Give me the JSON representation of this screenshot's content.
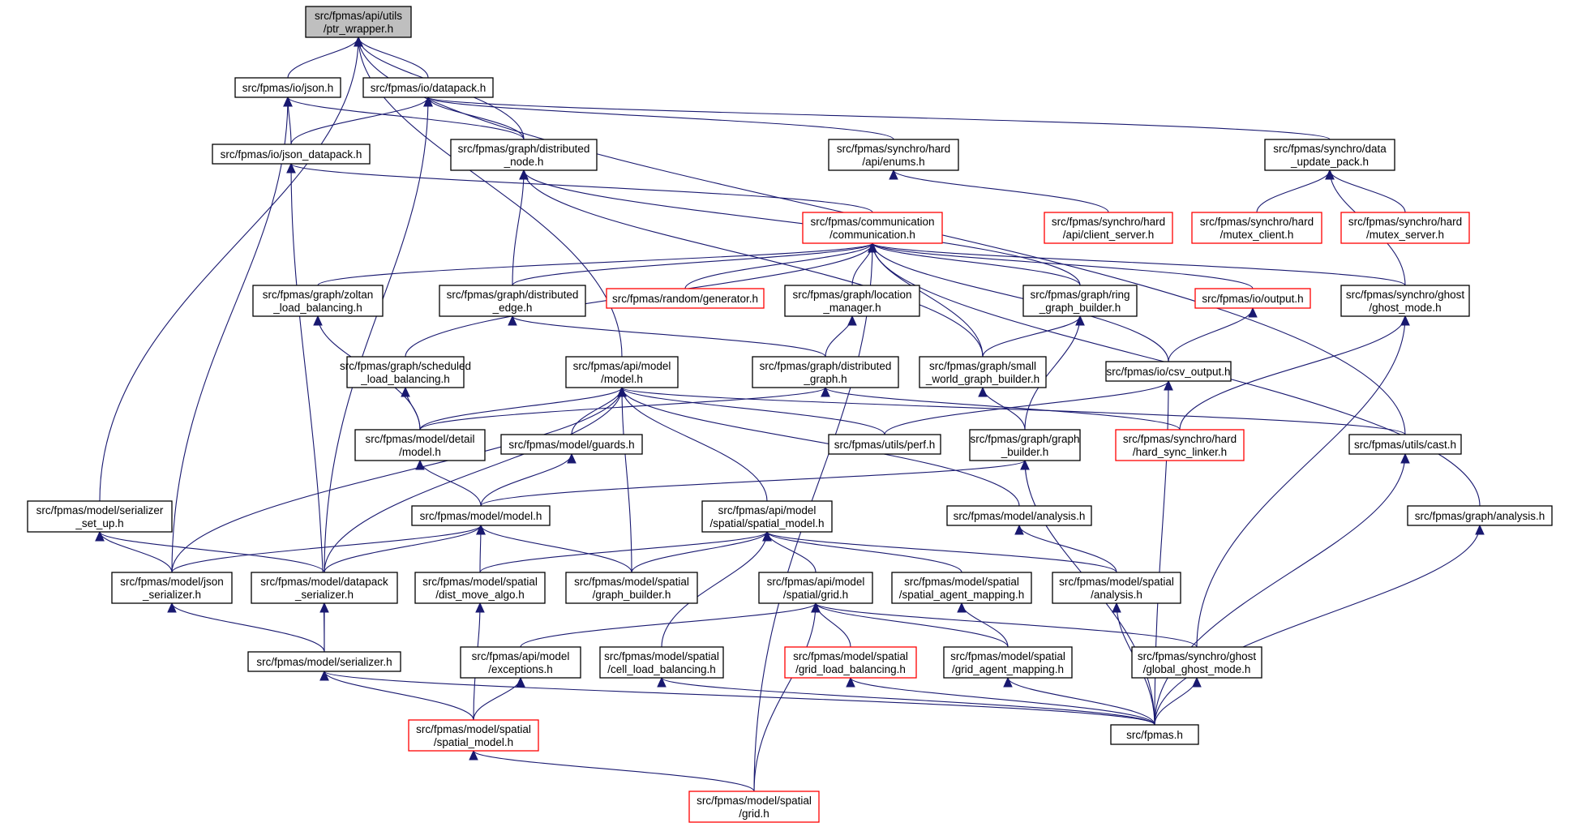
{
  "nodes": [
    {
      "id": "ptr_wrapper",
      "lines": [
        "src/fpmas/api/utils",
        "/ptr_wrapper.h"
      ],
      "style": "root"
    },
    {
      "id": "json",
      "lines": [
        "src/fpmas/io/json.h"
      ],
      "style": "normal"
    },
    {
      "id": "datapack",
      "lines": [
        "src/fpmas/io/datapack.h"
      ],
      "style": "normal"
    },
    {
      "id": "json_datapack",
      "lines": [
        "src/fpmas/io/json_datapack.h"
      ],
      "style": "normal"
    },
    {
      "id": "distributed_node",
      "lines": [
        "src/fpmas/graph/distributed",
        "_node.h"
      ],
      "style": "normal"
    },
    {
      "id": "enums",
      "lines": [
        "src/fpmas/synchro/hard",
        "/api/enums.h"
      ],
      "style": "normal"
    },
    {
      "id": "data_update_pack",
      "lines": [
        "src/fpmas/synchro/data",
        "_update_pack.h"
      ],
      "style": "normal"
    },
    {
      "id": "communication",
      "lines": [
        "src/fpmas/communication",
        "/communication.h"
      ],
      "style": "red"
    },
    {
      "id": "client_server",
      "lines": [
        "src/fpmas/synchro/hard",
        "/api/client_server.h"
      ],
      "style": "red"
    },
    {
      "id": "mutex_client",
      "lines": [
        "src/fpmas/synchro/hard",
        "/mutex_client.h"
      ],
      "style": "red"
    },
    {
      "id": "mutex_server",
      "lines": [
        "src/fpmas/synchro/hard",
        "/mutex_server.h"
      ],
      "style": "red"
    },
    {
      "id": "zoltan_lb",
      "lines": [
        "src/fpmas/graph/zoltan",
        "_load_balancing.h"
      ],
      "style": "normal"
    },
    {
      "id": "distributed_edge",
      "lines": [
        "src/fpmas/graph/distributed",
        "_edge.h"
      ],
      "style": "normal"
    },
    {
      "id": "generator",
      "lines": [
        "src/fpmas/random/generator.h"
      ],
      "style": "red"
    },
    {
      "id": "location_manager",
      "lines": [
        "src/fpmas/graph/location",
        "_manager.h"
      ],
      "style": "normal"
    },
    {
      "id": "ring_graph_builder",
      "lines": [
        "src/fpmas/graph/ring",
        "_graph_builder.h"
      ],
      "style": "normal"
    },
    {
      "id": "output",
      "lines": [
        "src/fpmas/io/output.h"
      ],
      "style": "red"
    },
    {
      "id": "ghost_mode",
      "lines": [
        "src/fpmas/synchro/ghost",
        "/ghost_mode.h"
      ],
      "style": "normal"
    },
    {
      "id": "scheduled_lb",
      "lines": [
        "src/fpmas/graph/scheduled",
        "_load_balancing.h"
      ],
      "style": "normal"
    },
    {
      "id": "api_model",
      "lines": [
        "src/fpmas/api/model",
        "/model.h"
      ],
      "style": "normal"
    },
    {
      "id": "distributed_graph",
      "lines": [
        "src/fpmas/graph/distributed",
        "_graph.h"
      ],
      "style": "normal"
    },
    {
      "id": "small_world",
      "lines": [
        "src/fpmas/graph/small",
        "_world_graph_builder.h"
      ],
      "style": "normal"
    },
    {
      "id": "csv_output",
      "lines": [
        "src/fpmas/io/csv_output.h"
      ],
      "style": "normal"
    },
    {
      "id": "detail_model",
      "lines": [
        "src/fpmas/model/detail",
        "/model.h"
      ],
      "style": "normal"
    },
    {
      "id": "guards",
      "lines": [
        "src/fpmas/model/guards.h"
      ],
      "style": "normal"
    },
    {
      "id": "perf",
      "lines": [
        "src/fpmas/utils/perf.h"
      ],
      "style": "normal"
    },
    {
      "id": "graph_builder",
      "lines": [
        "src/fpmas/graph/graph",
        "_builder.h"
      ],
      "style": "normal"
    },
    {
      "id": "hard_sync_linker",
      "lines": [
        "src/fpmas/synchro/hard",
        "/hard_sync_linker.h"
      ],
      "style": "red"
    },
    {
      "id": "cast",
      "lines": [
        "src/fpmas/utils/cast.h"
      ],
      "style": "normal"
    },
    {
      "id": "serializer_set_up",
      "lines": [
        "src/fpmas/model/serializer",
        "_set_up.h"
      ],
      "style": "normal"
    },
    {
      "id": "model_model",
      "lines": [
        "src/fpmas/model/model.h"
      ],
      "style": "normal"
    },
    {
      "id": "api_spatial_model",
      "lines": [
        "src/fpmas/api/model",
        "/spatial/spatial_model.h"
      ],
      "style": "normal"
    },
    {
      "id": "model_analysis",
      "lines": [
        "src/fpmas/model/analysis.h"
      ],
      "style": "normal"
    },
    {
      "id": "graph_analysis",
      "lines": [
        "src/fpmas/graph/analysis.h"
      ],
      "style": "normal"
    },
    {
      "id": "json_serializer",
      "lines": [
        "src/fpmas/model/json",
        "_serializer.h"
      ],
      "style": "normal"
    },
    {
      "id": "datapack_serializer",
      "lines": [
        "src/fpmas/model/datapack",
        "_serializer.h"
      ],
      "style": "normal"
    },
    {
      "id": "dist_move_algo",
      "lines": [
        "src/fpmas/model/spatial",
        "/dist_move_algo.h"
      ],
      "style": "normal"
    },
    {
      "id": "spatial_graph_builder",
      "lines": [
        "src/fpmas/model/spatial",
        "/graph_builder.h"
      ],
      "style": "normal"
    },
    {
      "id": "api_grid",
      "lines": [
        "src/fpmas/api/model",
        "/spatial/grid.h"
      ],
      "style": "normal"
    },
    {
      "id": "spatial_agent_mapping",
      "lines": [
        "src/fpmas/model/spatial",
        "/spatial_agent_mapping.h"
      ],
      "style": "normal"
    },
    {
      "id": "spatial_analysis",
      "lines": [
        "src/fpmas/model/spatial",
        "/analysis.h"
      ],
      "style": "normal"
    },
    {
      "id": "serializer",
      "lines": [
        "src/fpmas/model/serializer.h"
      ],
      "style": "normal"
    },
    {
      "id": "exceptions",
      "lines": [
        "src/fpmas/api/model",
        "/exceptions.h"
      ],
      "style": "normal"
    },
    {
      "id": "cell_lb",
      "lines": [
        "src/fpmas/model/spatial",
        "/cell_load_balancing.h"
      ],
      "style": "normal"
    },
    {
      "id": "grid_lb",
      "lines": [
        "src/fpmas/model/spatial",
        "/grid_load_balancing.h"
      ],
      "style": "red"
    },
    {
      "id": "grid_agent_mapping",
      "lines": [
        "src/fpmas/model/spatial",
        "/grid_agent_mapping.h"
      ],
      "style": "normal"
    },
    {
      "id": "global_ghost_mode",
      "lines": [
        "src/fpmas/synchro/ghost",
        "/global_ghost_mode.h"
      ],
      "style": "normal"
    },
    {
      "id": "spatial_model",
      "lines": [
        "src/fpmas/model/spatial",
        "/spatial_model.h"
      ],
      "style": "red"
    },
    {
      "id": "fpmas",
      "lines": [
        "src/fpmas.h"
      ],
      "style": "normal"
    },
    {
      "id": "grid",
      "lines": [
        "src/fpmas/model/spatial",
        "/grid.h"
      ],
      "style": "red"
    }
  ],
  "edges": [
    [
      "json",
      "ptr_wrapper"
    ],
    [
      "datapack",
      "ptr_wrapper"
    ],
    [
      "distributed_node",
      "ptr_wrapper"
    ],
    [
      "api_model",
      "ptr_wrapper"
    ],
    [
      "serializer_set_up",
      "ptr_wrapper"
    ],
    [
      "cast",
      "ptr_wrapper"
    ],
    [
      "json_datapack",
      "json"
    ],
    [
      "distributed_node",
      "json"
    ],
    [
      "json_serializer",
      "json"
    ],
    [
      "json_datapack",
      "datapack"
    ],
    [
      "distributed_node",
      "datapack"
    ],
    [
      "enums",
      "datapack"
    ],
    [
      "data_update_pack",
      "datapack"
    ],
    [
      "datapack_serializer",
      "datapack"
    ],
    [
      "communication",
      "json_datapack"
    ],
    [
      "serializer",
      "json_datapack"
    ],
    [
      "distributed_edge",
      "distributed_node"
    ],
    [
      "ring_graph_builder",
      "distributed_node"
    ],
    [
      "small_world",
      "distributed_node"
    ],
    [
      "client_server",
      "enums"
    ],
    [
      "mutex_client",
      "data_update_pack"
    ],
    [
      "mutex_server",
      "data_update_pack"
    ],
    [
      "ghost_mode",
      "data_update_pack"
    ],
    [
      "zoltan_lb",
      "communication"
    ],
    [
      "distributed_edge",
      "communication"
    ],
    [
      "generator",
      "communication"
    ],
    [
      "location_manager",
      "communication"
    ],
    [
      "ring_graph_builder",
      "communication"
    ],
    [
      "output",
      "communication"
    ],
    [
      "ghost_mode",
      "communication"
    ],
    [
      "scheduled_lb",
      "communication"
    ],
    [
      "small_world",
      "communication"
    ],
    [
      "csv_output",
      "communication"
    ],
    [
      "graph_analysis",
      "communication"
    ],
    [
      "grid",
      "communication"
    ],
    [
      "detail_model",
      "zoltan_lb"
    ],
    [
      "distributed_graph",
      "distributed_edge"
    ],
    [
      "distributed_graph",
      "location_manager"
    ],
    [
      "small_world",
      "ring_graph_builder"
    ],
    [
      "graph_builder",
      "ring_graph_builder"
    ],
    [
      "csv_output",
      "output"
    ],
    [
      "global_ghost_mode",
      "ghost_mode"
    ],
    [
      "hard_sync_linker",
      "ghost_mode"
    ],
    [
      "detail_model",
      "scheduled_lb"
    ],
    [
      "detail_model",
      "api_model"
    ],
    [
      "guards",
      "api_model"
    ],
    [
      "perf",
      "api_model"
    ],
    [
      "cast",
      "api_model"
    ],
    [
      "json_serializer",
      "api_model"
    ],
    [
      "datapack_serializer",
      "api_model"
    ],
    [
      "spatial_graph_builder",
      "api_model"
    ],
    [
      "api_spatial_model",
      "api_model"
    ],
    [
      "model_analysis",
      "api_model"
    ],
    [
      "detail_model",
      "distributed_graph"
    ],
    [
      "hard_sync_linker",
      "distributed_graph"
    ],
    [
      "graph_builder",
      "small_world"
    ],
    [
      "perf",
      "csv_output"
    ],
    [
      "fpmas",
      "csv_output"
    ],
    [
      "model_model",
      "detail_model"
    ],
    [
      "model_model",
      "guards"
    ],
    [
      "model_model",
      "graph_builder"
    ],
    [
      "fpmas",
      "graph_builder"
    ],
    [
      "fpmas",
      "cast"
    ],
    [
      "json_serializer",
      "serializer_set_up"
    ],
    [
      "datapack_serializer",
      "serializer_set_up"
    ],
    [
      "json_serializer",
      "model_model"
    ],
    [
      "datapack_serializer",
      "model_model"
    ],
    [
      "dist_move_algo",
      "model_model"
    ],
    [
      "spatial_graph_builder",
      "model_model"
    ],
    [
      "dist_move_algo",
      "api_spatial_model"
    ],
    [
      "spatial_graph_builder",
      "api_spatial_model"
    ],
    [
      "api_grid",
      "api_spatial_model"
    ],
    [
      "spatial_agent_mapping",
      "api_spatial_model"
    ],
    [
      "spatial_analysis",
      "api_spatial_model"
    ],
    [
      "cell_lb",
      "api_spatial_model"
    ],
    [
      "spatial_analysis",
      "model_analysis"
    ],
    [
      "fpmas",
      "graph_analysis"
    ],
    [
      "serializer",
      "json_serializer"
    ],
    [
      "serializer",
      "datapack_serializer"
    ],
    [
      "spatial_model",
      "dist_move_algo"
    ],
    [
      "exceptions",
      "api_grid"
    ],
    [
      "grid_lb",
      "api_grid"
    ],
    [
      "grid_agent_mapping",
      "api_grid"
    ],
    [
      "global_ghost_mode",
      "api_grid"
    ],
    [
      "grid",
      "api_grid"
    ],
    [
      "grid_agent_mapping",
      "spatial_agent_mapping"
    ],
    [
      "fpmas",
      "spatial_analysis"
    ],
    [
      "spatial_model",
      "serializer"
    ],
    [
      "fpmas",
      "serializer"
    ],
    [
      "spatial_model",
      "exceptions"
    ],
    [
      "fpmas",
      "cell_lb"
    ],
    [
      "fpmas",
      "grid_lb"
    ],
    [
      "fpmas",
      "grid_agent_mapping"
    ],
    [
      "fpmas",
      "global_ghost_mode"
    ],
    [
      "grid",
      "spatial_model"
    ]
  ]
}
